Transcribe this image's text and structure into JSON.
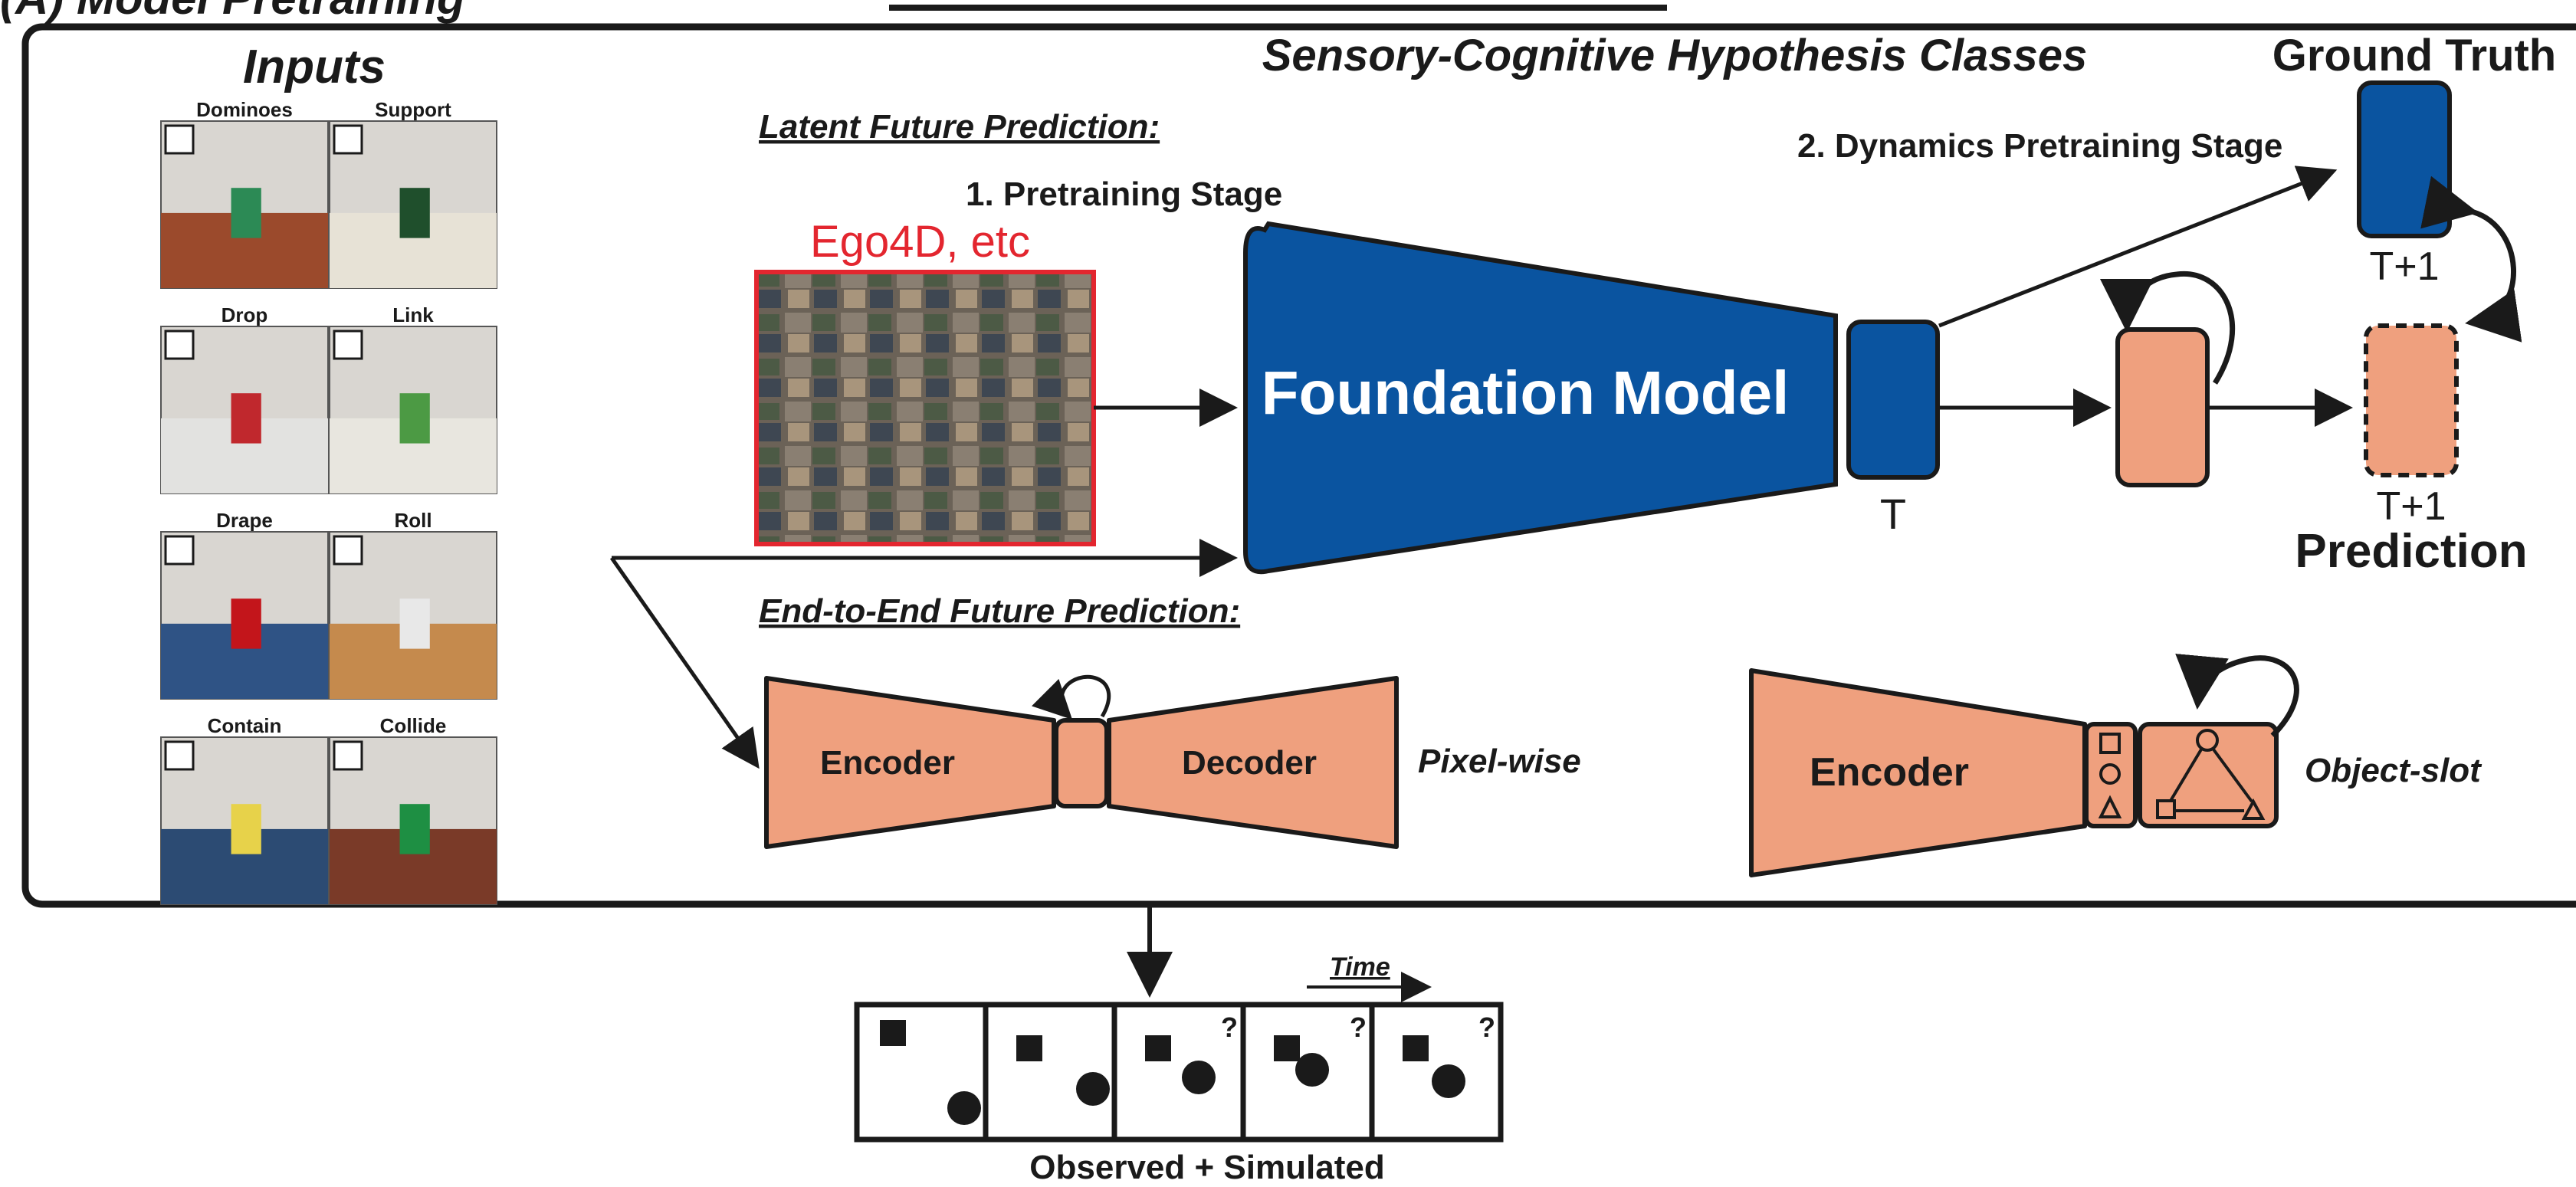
{
  "header": {
    "panel_label": "(A) Model Pretraining"
  },
  "inputs": {
    "title": "Inputs",
    "tiles": [
      {
        "label": "Dominoes",
        "icon": "dominoes-icon"
      },
      {
        "label": "Support",
        "icon": "support-icon"
      },
      {
        "label": "Drop",
        "icon": "drop-icon"
      },
      {
        "label": "Link",
        "icon": "link-icon"
      },
      {
        "label": "Drape",
        "icon": "drape-icon"
      },
      {
        "label": "Roll",
        "icon": "roll-icon"
      },
      {
        "label": "Contain",
        "icon": "contain-icon"
      },
      {
        "label": "Collide",
        "icon": "collide-icon"
      }
    ]
  },
  "hypothesis_title": "Sensory-Cognitive Hypothesis Classes",
  "latent": {
    "heading": "Latent Future Prediction:",
    "stage1": "1. Pretraining Stage",
    "stage2": "2. Dynamics Pretraining Stage",
    "dataset": "Ego4D, etc",
    "foundation": "Foundation Model",
    "t_label": "T",
    "ground_truth": "Ground Truth",
    "gt_time": "T+1",
    "pred_time": "T+1",
    "prediction": "Prediction"
  },
  "end_to_end": {
    "heading": "End-to-End Future Prediction:",
    "encoder": "Encoder",
    "decoder": "Decoder",
    "pixel_wise": "Pixel-wise",
    "encoder2": "Encoder",
    "object_slot": "Object-slot"
  },
  "timeline": {
    "time_label": "Time",
    "caption": "Observed + Simulated",
    "question_mark": "?"
  },
  "colors": {
    "blue": "#0a54a0",
    "salmon": "#efa07e",
    "red_label": "#e3262f",
    "frame": "#1a1a1a"
  }
}
